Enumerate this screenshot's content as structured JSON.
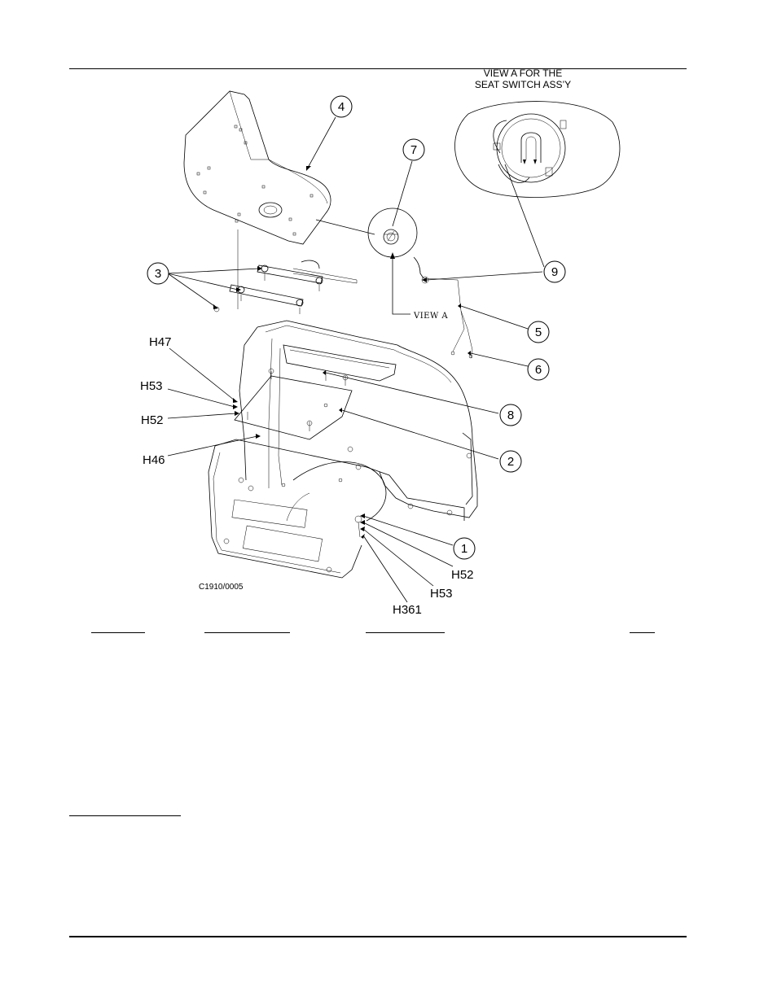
{
  "view_a_caption": {
    "line1": "VIEW A FOR THE",
    "line2": "SEAT SWITCH ASS’Y"
  },
  "view_a_marker": "VIEW A",
  "drawing_number": "C1910/0005",
  "callouts": {
    "c1": "1",
    "c2": "2",
    "c3": "3",
    "c4": "4",
    "c5": "5",
    "c6": "6",
    "c7": "7",
    "c8": "8",
    "c9": "9"
  },
  "hardware_labels": {
    "h47": "H47",
    "h53_left": "H53",
    "h52_left": "H52",
    "h46": "H46",
    "h52_right": "H52",
    "h53_right": "H53",
    "h361": "H361"
  }
}
